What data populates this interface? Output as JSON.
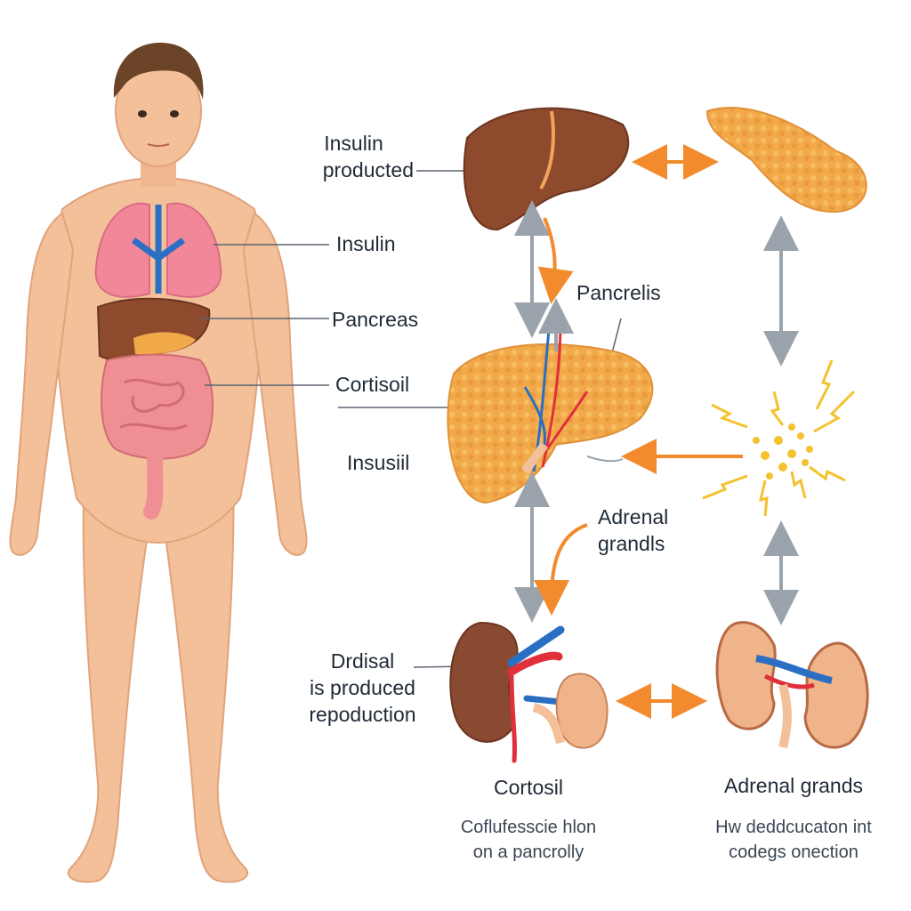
{
  "labels": {
    "insulin_produced_line1": "Insulin",
    "insulin_produced_line2": "producted",
    "insulin": "Insulin",
    "pancreas_left": "Pancreas",
    "cortisoil": "Cortisoil",
    "insusiil": "Insusiil",
    "pancrelis": "Pancrelis",
    "adrenal_grandls_line1": "Adrenal",
    "adrenal_grandls_line2": "grandls",
    "drdisal_line1": "Drdisal",
    "drdisal_line2": "is produced",
    "drdisal_line3": "repoduction",
    "cortosil": "Cortosil",
    "cortosil_caption_line1": "Coflufesscie hlon",
    "cortosil_caption_line2": "on a pancrolly",
    "adrenal_grands": "Adrenal grands",
    "adrenal_caption_line1": "Hw deddcucaton int",
    "adrenal_caption_line2": "codegs onection"
  },
  "colors": {
    "skin": "#f3c09a",
    "skin_shadow": "#e1a37c",
    "lungs": "#f2879a",
    "liver": "#8e4a2c",
    "pancreas": "#f2a94a",
    "intestine": "#ef8f93",
    "kidney": "#8a4a32",
    "adrenal_inner": "#f0b48a",
    "arrow_orange": "#f28a2e",
    "arrow_gray": "#9aa3ab",
    "spark": "#f4c22e",
    "vessel_blue": "#2a6fc4",
    "vessel_red": "#e0303a",
    "hair": "#6b4326"
  }
}
